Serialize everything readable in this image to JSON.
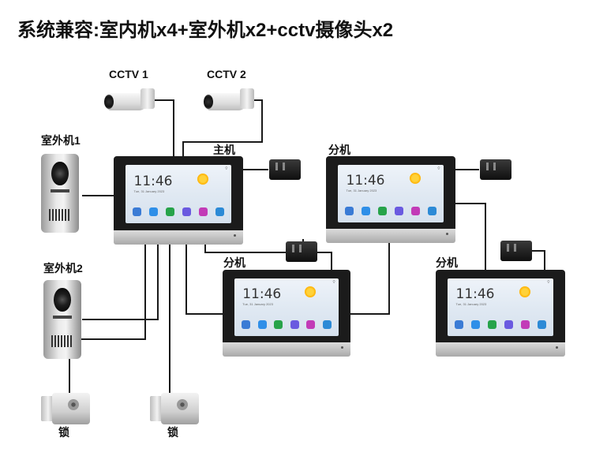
{
  "title": "系统兼容:室内机x4+室外机x2+cctv摄像头x2",
  "labels": {
    "cctv1": "CCTV 1",
    "cctv2": "CCTV 2",
    "outdoor1": "室外机1",
    "outdoor2": "室外机2",
    "main": "主机",
    "sub1": "分机",
    "sub2": "分机",
    "sub3": "分机",
    "lock1": "锁",
    "lock2": "锁"
  },
  "screen": {
    "time": "11:46",
    "date": "Tue, 31 January 2023"
  },
  "colors": {
    "wire": "#1a1a1a",
    "bezel": "#1b1b1b",
    "icon_palette": [
      "#3a7bd5",
      "#2f8fe8",
      "#27a34a",
      "#6a5ae0",
      "#c23bb7",
      "#2c8ad6"
    ]
  },
  "icons": [
    "monitor-icon",
    "cctv-camera-icon",
    "door-station-icon",
    "power-adapter-icon",
    "electric-lock-icon",
    "sun-icon"
  ]
}
